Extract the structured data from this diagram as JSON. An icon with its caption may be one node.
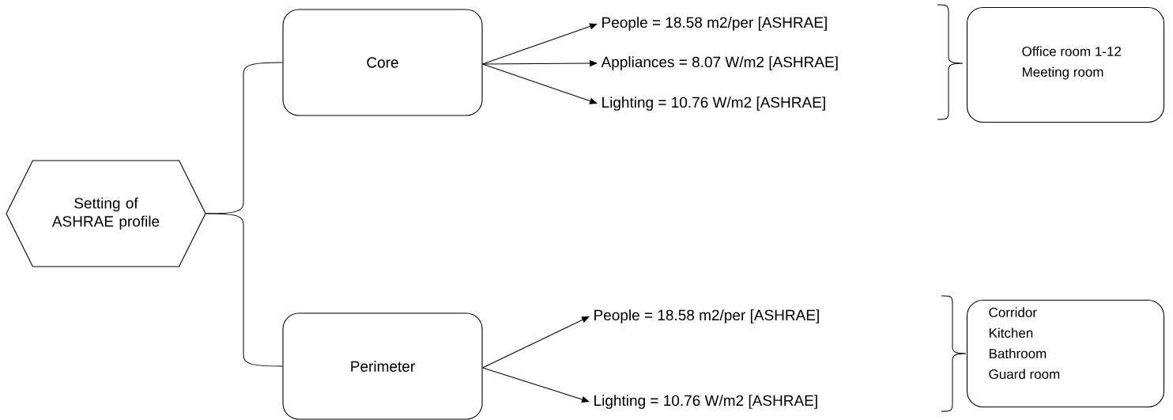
{
  "diagram": {
    "nodes": [
      {
        "text": [
          "Setting of ASHRAE profile"
        ]
      },
      {
        "text": [
          "Core"
        ]
      },
      {
        "text": [
          "Perimeter"
        ]
      },
      {
        "text": [
          "People = 18.58  m2/per [ASHRAE]"
        ]
      },
      {
        "text": [
          "Appliances = 8.07 W/m2  [ASHRAE]"
        ]
      },
      {
        "text": [
          "Lighting = 10.76 W/m2 [ASHRAE]"
        ]
      },
      {
        "text": [
          "People = 18.58  m2/per [ASHRAE]"
        ]
      },
      {
        "text": [
          "Lighting = 10.76 W/m2 [ASHRAE]"
        ]
      },
      {
        "text": [
          "Office room 1-12",
          "Meeting room"
        ]
      },
      {
        "text": [
          "Corridor",
          "Kitchen",
          "Bathroom",
          "Guard room"
        ]
      }
    ],
    "edges": [
      {
        "from": 0,
        "to": 1,
        "arrow": "none"
      },
      {
        "from": 0,
        "to": 2,
        "arrow": "none"
      },
      {
        "from": 1,
        "to": 3,
        "arrow": "to"
      },
      {
        "from": 1,
        "to": 4,
        "arrow": "to"
      },
      {
        "from": 1,
        "to": 5,
        "arrow": "to"
      },
      {
        "from": 2,
        "to": 6,
        "arrow": "to"
      },
      {
        "from": 2,
        "to": 7,
        "arrow": "to"
      }
    ]
  }
}
